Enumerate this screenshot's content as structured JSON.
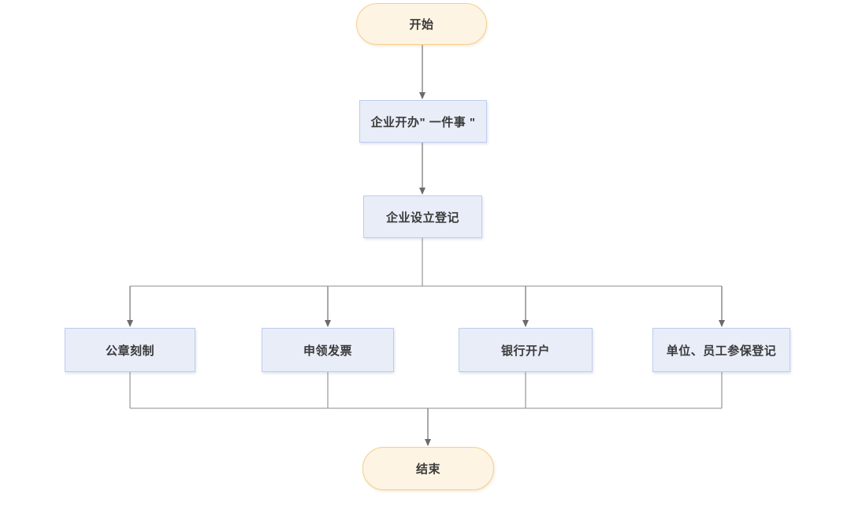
{
  "diagram": {
    "type": "flowchart",
    "nodes": [
      {
        "id": "start",
        "shape": "terminator",
        "label": "开始"
      },
      {
        "id": "step1",
        "shape": "process",
        "label": "企业开办\" 一件事 \""
      },
      {
        "id": "step2",
        "shape": "process",
        "label": "企业设立登记"
      },
      {
        "id": "branch1",
        "shape": "process",
        "label": "公章刻制"
      },
      {
        "id": "branch2",
        "shape": "process",
        "label": "申领发票"
      },
      {
        "id": "branch3",
        "shape": "process",
        "label": "银行开户"
      },
      {
        "id": "branch4",
        "shape": "process",
        "label": "单位、员工参保登记"
      },
      {
        "id": "end",
        "shape": "terminator",
        "label": "结束"
      }
    ],
    "edges": [
      {
        "from": "start",
        "to": "step1"
      },
      {
        "from": "step1",
        "to": "step2"
      },
      {
        "from": "step2",
        "to": "branch1"
      },
      {
        "from": "step2",
        "to": "branch2"
      },
      {
        "from": "step2",
        "to": "branch3"
      },
      {
        "from": "step2",
        "to": "branch4"
      },
      {
        "from": "branch1",
        "to": "end"
      },
      {
        "from": "branch2",
        "to": "end"
      },
      {
        "from": "branch3",
        "to": "end"
      },
      {
        "from": "branch4",
        "to": "end"
      }
    ]
  },
  "colors": {
    "background": "#ffffff",
    "terminator_fill": "#fdf4e3",
    "terminator_border": "#f5ce8e",
    "process_fill": "#e8edf8",
    "process_border": "#becdee",
    "connector": "#8c8c8c",
    "arrowhead": "#6b6b6b",
    "text": "#3a3a3a"
  }
}
